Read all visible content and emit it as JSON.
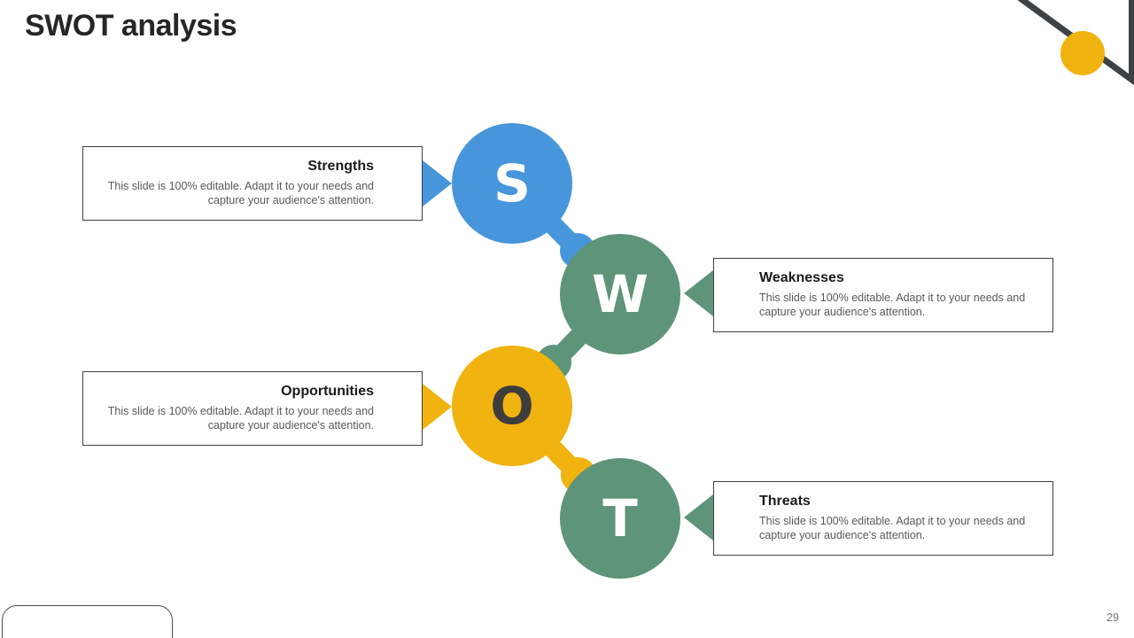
{
  "title": "SWOT analysis",
  "page_number": "29",
  "items": [
    {
      "letter": "S",
      "heading": "Strengths",
      "body": "This slide is 100% editable. Adapt it to your needs and capture your audience's attention.",
      "color": "#4795DB",
      "letter_color": "#FFFFFF"
    },
    {
      "letter": "W",
      "heading": "Weaknesses",
      "body": "This slide is 100% editable. Adapt it to your needs and capture your audience's attention.",
      "color": "#5E9478",
      "letter_color": "#FFFFFF"
    },
    {
      "letter": "O",
      "heading": "Opportunities",
      "body": "This slide is 100% editable. Adapt it to your needs and capture your audience's attention.",
      "color": "#F0B30F",
      "letter_color": "#3D3D3D"
    },
    {
      "letter": "T",
      "heading": "Threats",
      "body": "This slide is 100% editable. Adapt it to your needs and capture your audience's attention.",
      "color": "#5E9478",
      "letter_color": "#FFFFFF"
    }
  ],
  "connectors": [
    {
      "from": "S",
      "to": "W",
      "color": "#4795DB"
    },
    {
      "from": "W",
      "to": "O",
      "color": "#5E9478"
    },
    {
      "from": "O",
      "to": "T",
      "color": "#F0B30F"
    }
  ],
  "decor": {
    "line_color": "#3F4245",
    "accent_color": "#F0B30F"
  }
}
